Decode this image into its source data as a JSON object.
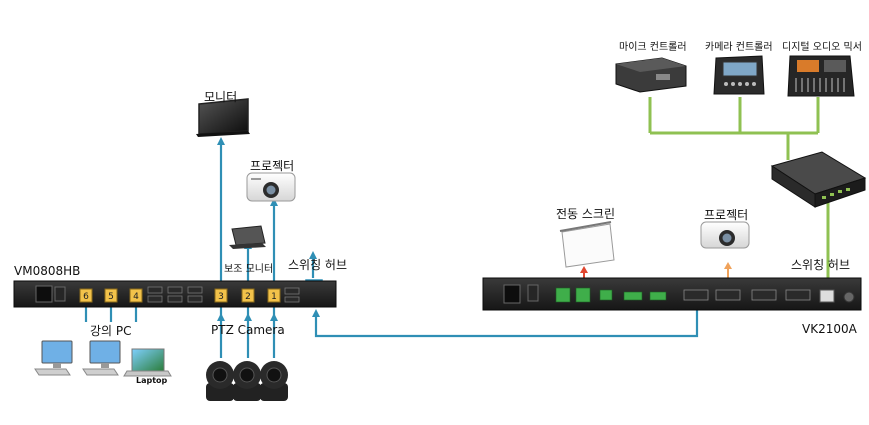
{
  "labels": {
    "monitor": "모니터",
    "projector_left": "프로젝터",
    "aux_monitor": "보조 모니터",
    "switch_hub_left": "스위칭 허브",
    "vm_model": "VM0808HB",
    "lecture_pc": "강의 PC",
    "ptz_camera": "PTZ Camera",
    "laptop": "Laptop",
    "mic_controller": "마이크 컨트롤러",
    "camera_controller": "카메라 컨트롤러",
    "audio_mixer": "디지털 오디오 믹서",
    "screen": "전동 스크린",
    "projector_right": "프로젝터",
    "switch_hub_right": "스위칭 허브",
    "vk_model": "VK2100A"
  },
  "ports": {
    "out_1": "1",
    "out_2": "2",
    "out_3": "3",
    "in_4": "4",
    "in_5": "5",
    "in_6": "6"
  },
  "colors": {
    "video_line": "#2f8fb5",
    "network_line": "#8fc152",
    "control_red": "#e0462f",
    "ir_orange": "#f0a25a",
    "port_yellow": "#f2c24a"
  }
}
